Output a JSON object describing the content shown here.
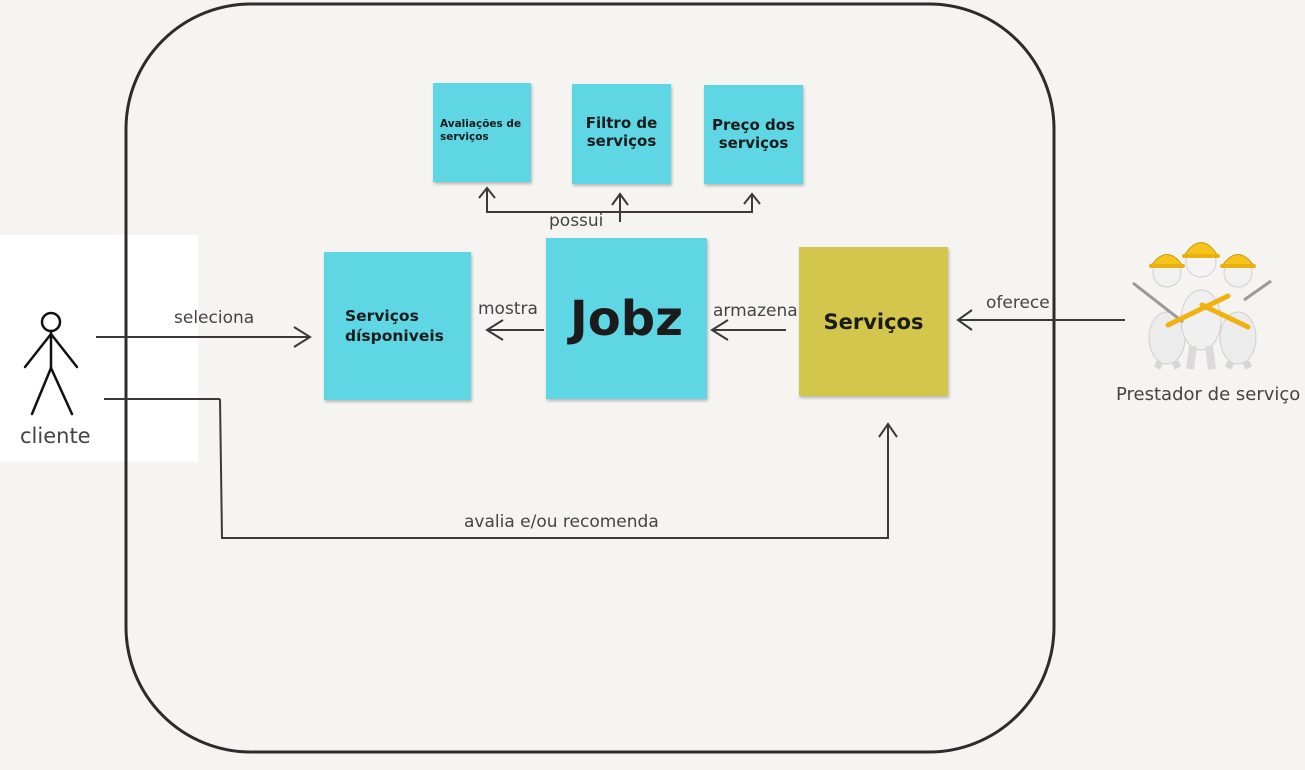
{
  "diagram": {
    "actors": {
      "client": "cliente",
      "provider": "Prestador de serviço"
    },
    "notes": {
      "avaliacoes": "Avaliações de serviços",
      "filtro": "Filtro de serviços",
      "preco": "Preço dos serviços",
      "servicos_disponiveis": "Serviços dísponiveis",
      "jobz": "Jobz",
      "servicos": "Serviços"
    },
    "edges": {
      "seleciona": "seleciona",
      "mostra": "mostra",
      "armazena": "armazena",
      "oferece": "oferece",
      "possui": "possui",
      "avalia": "avalia e/ou recomenda"
    },
    "colors": {
      "background": "#f5f4f0",
      "sticky_blue": "#5ed6e4",
      "sticky_olive": "#d3c64c",
      "line": "#3a3a3a",
      "helmet": "#f6c31d"
    },
    "icons": {
      "client": "stick-figure-icon",
      "provider": "workers-with-tools-icon"
    }
  }
}
